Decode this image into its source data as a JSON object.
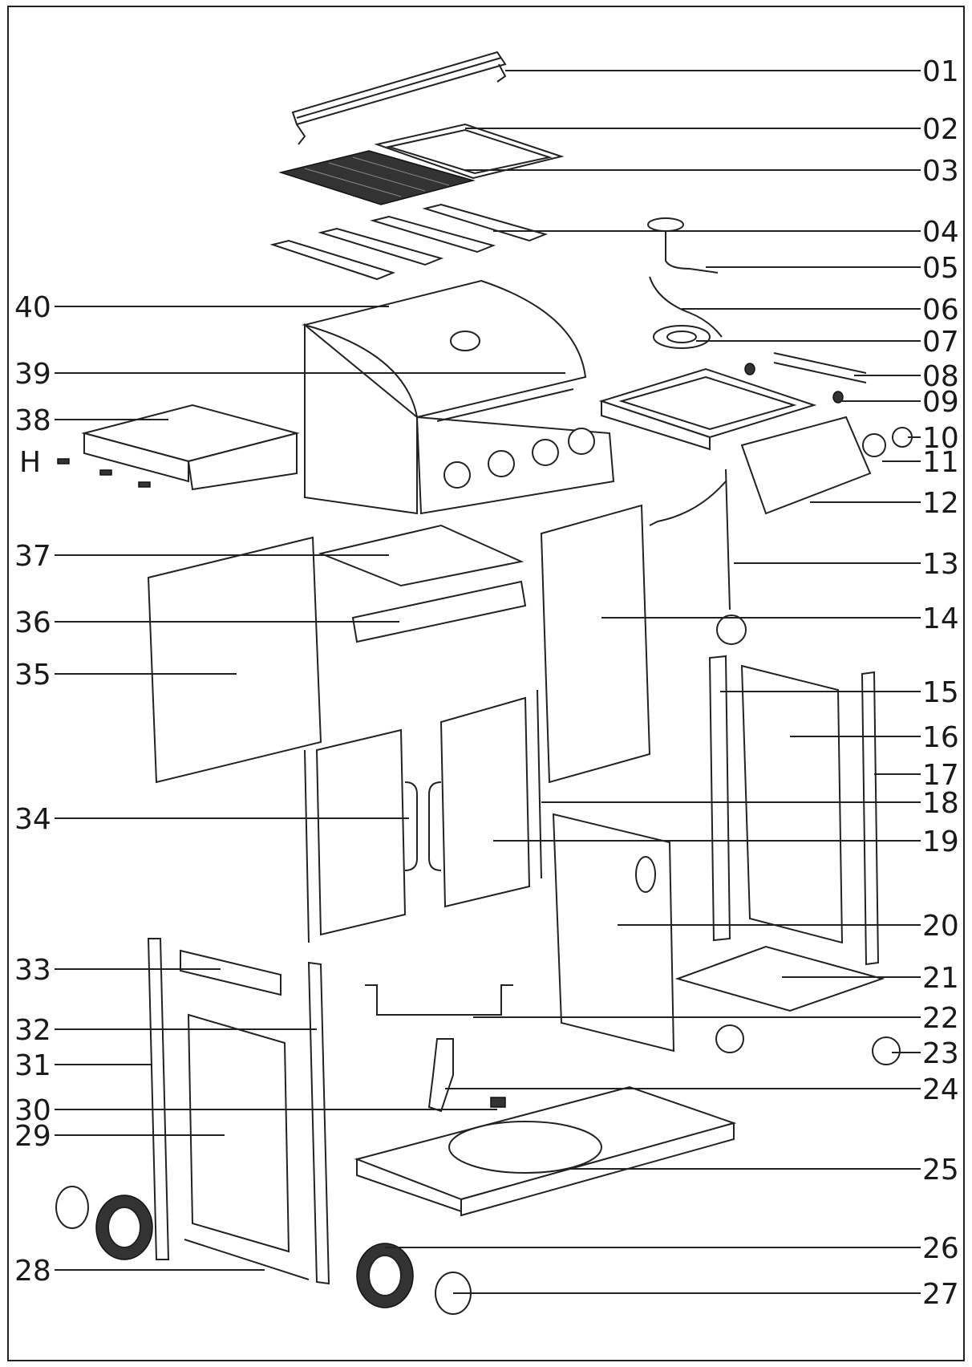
{
  "labels": {
    "01": "01",
    "02": "02",
    "03": "03",
    "04": "04",
    "05": "05",
    "06": "06",
    "07": "07",
    "08": "08",
    "09": "09",
    "10": "10",
    "11": "11",
    "12": "12",
    "13": "13",
    "14": "14",
    "15": "15",
    "16": "16",
    "17": "17",
    "18": "18",
    "19": "19",
    "20": "20",
    "21": "21",
    "22": "22",
    "23": "23",
    "24": "24",
    "25": "25",
    "26": "26",
    "27": "27",
    "28": "28",
    "29": "29",
    "30": "30",
    "31": "31",
    "32": "32",
    "33": "33",
    "34": "34",
    "35": "35",
    "36": "36",
    "37": "37",
    "38": "38",
    "39": "39",
    "40": "40",
    "H": "H"
  }
}
